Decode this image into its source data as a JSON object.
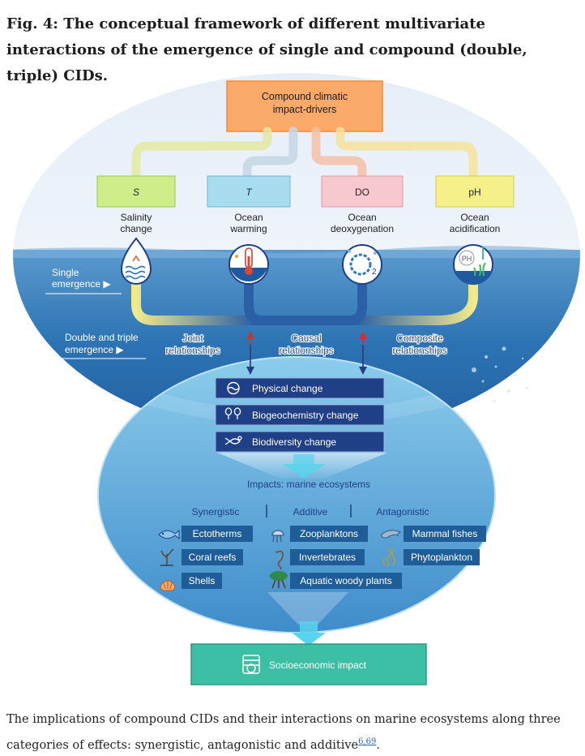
{
  "figure": {
    "label": "Fig. 4:",
    "title": "The conceptual framework of different multivariate interactions of the emergence of single and compound (double, triple) CIDs."
  },
  "top": {
    "root_line1": "Compound climatic",
    "root_line2": "impact-drivers"
  },
  "drivers": [
    {
      "symbol": "S",
      "label1": "Salinity",
      "label2": "change",
      "color": "#cfee8a",
      "icon": "salinity-droplet-icon"
    },
    {
      "symbol": "T",
      "label1": "Ocean",
      "label2": "warming",
      "color": "#a8dcef",
      "icon": "thermometer-icon"
    },
    {
      "symbol": "DO",
      "label1": "Ocean",
      "label2": "deoxygenation",
      "color": "#f8c8cf",
      "icon": "oxygen-bubble-icon"
    },
    {
      "symbol": "pH",
      "label1": "Ocean",
      "label2": "acidification",
      "color": "#f6f08a",
      "icon": "ph-seagrass-icon"
    }
  ],
  "icon_text": {
    "o2_sub": "2",
    "ph": "PH"
  },
  "emergence": {
    "single1": "Single",
    "single2": "emergence ▶",
    "multi1": "Double and triple",
    "multi2": "emergence ▶"
  },
  "relationships": [
    {
      "line1": "Joint",
      "line2": "relationships"
    },
    {
      "line1": "Causal",
      "line2": "relationships"
    },
    {
      "line1": "Composite",
      "line2": "relationships"
    }
  ],
  "changes": [
    {
      "label": "Physical change",
      "icon": "wave-icon"
    },
    {
      "label": "Biogeochemistry change",
      "icon": "trees-icon"
    },
    {
      "label": "Biodiversity change",
      "icon": "fish-icon"
    }
  ],
  "impacts": {
    "title": "Impacts: marine ecosystems",
    "categories": [
      "Synergistic",
      "Additive",
      "Antagonistic"
    ],
    "synergistic": [
      {
        "label": "Ectotherms",
        "icon": "fish-icon"
      },
      {
        "label": "Coral reefs",
        "icon": "coral-icon"
      },
      {
        "label": "Shells",
        "icon": "shell-icon"
      }
    ],
    "additive": [
      {
        "label": "Zooplanktons",
        "icon": "jellyfish-icon"
      },
      {
        "label": "Invertebrates",
        "icon": "seahorse-icon"
      },
      {
        "label": "Aquatic woody plants",
        "icon": "mangrove-icon"
      }
    ],
    "antagonistic": [
      {
        "label": "Mammal fishes",
        "icon": "dolphin-icon"
      },
      {
        "label": "Phytoplankton",
        "icon": "seaweed-icon"
      }
    ]
  },
  "socioeconomic": {
    "label": "Socioeconomic impact",
    "icon": "money-icon"
  },
  "caption": {
    "text": "The implications of compound CIDs and their interactions on marine ecosystems along three categories of effects: synergistic, antagonistic and additive",
    "refs": "6,69",
    "end": "."
  },
  "colors": {
    "root": "#fbaa6a",
    "navy": "#1f3f86",
    "teal": "#3dbfa5",
    "deep_blue": "#1d6aa6",
    "arrow_cyan": "#58d4ec"
  }
}
